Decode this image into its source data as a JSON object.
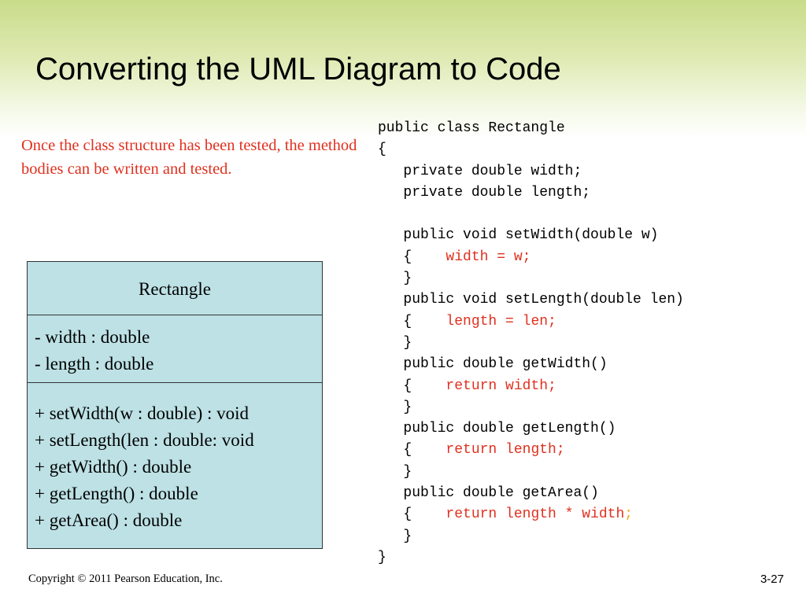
{
  "title": "Converting the UML Diagram to Code",
  "intro_text": "Once the class structure has been tested, the method bodies can be written and tested.",
  "uml": {
    "class_name": "Rectangle",
    "attributes": [
      "- width : double",
      "- length : double"
    ],
    "operations": [
      "+ setWidth(w : double) : void",
      "+ setLength(len : double: void",
      "+ getWidth() : double",
      "+ getLength() : double",
      "+ getArea() : double"
    ]
  },
  "code": {
    "lines": [
      {
        "text": "public class Rectangle"
      },
      {
        "text": "{"
      },
      {
        "text": "   private double width;"
      },
      {
        "text": "   private double length;"
      },
      {
        "text": ""
      },
      {
        "text": "   public void setWidth(double w)"
      },
      {
        "text": "   {    ",
        "body": "width = w;"
      },
      {
        "text": "   }"
      },
      {
        "text": "   public void setLength(double len)"
      },
      {
        "text": "   {    ",
        "body": "length = len;"
      },
      {
        "text": "   }"
      },
      {
        "text": "   public double getWidth()"
      },
      {
        "text": "   {    ",
        "body": "return width;"
      },
      {
        "text": "   }"
      },
      {
        "text": "   public double getLength()"
      },
      {
        "text": "   {    ",
        "body": "return length;"
      },
      {
        "text": "   }"
      },
      {
        "text": "   public double getArea()"
      },
      {
        "text": "   {    ",
        "body": "return length * width",
        "semi": ";"
      },
      {
        "text": "   }"
      },
      {
        "text": "}"
      }
    ]
  },
  "footer": {
    "copyright": "Copyright © 2011 Pearson Education, Inc.",
    "page": "3-27"
  },
  "colors": {
    "accent_text": "#e0301e",
    "uml_fill": "#bde1e5",
    "header_gradient": "#c9dc8a"
  }
}
